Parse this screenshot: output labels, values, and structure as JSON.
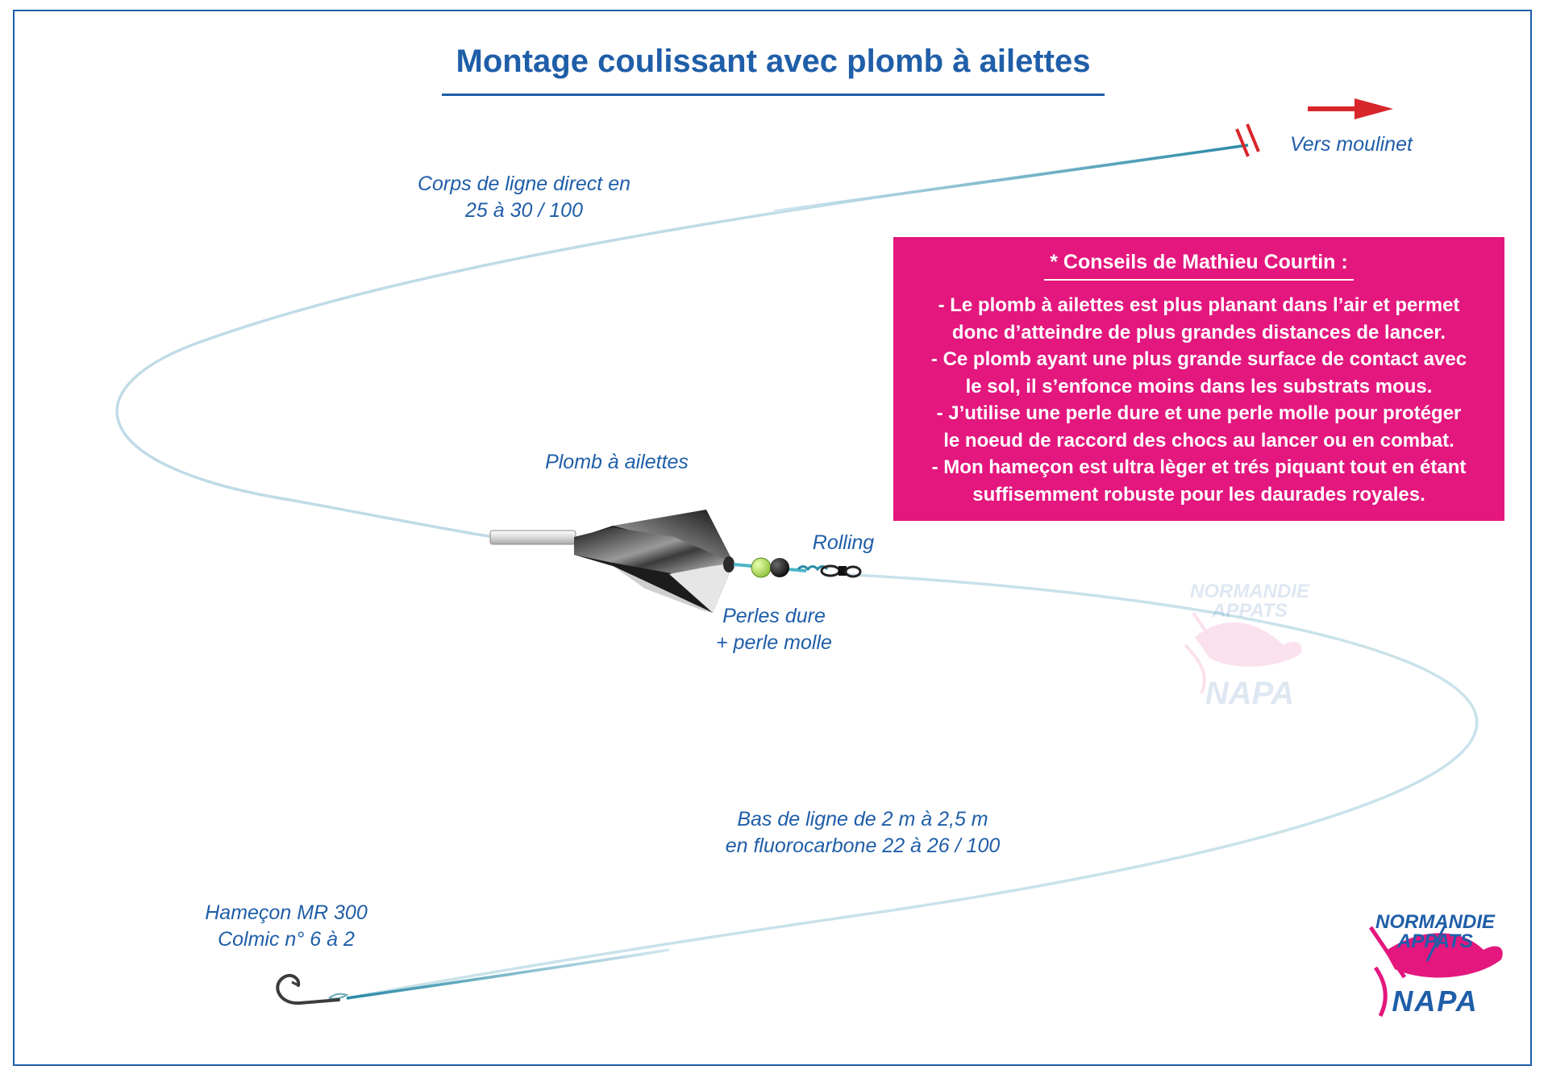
{
  "title": "Montage coulissant avec plomb à ailettes",
  "labels": {
    "vers_moulinet": "Vers moulinet",
    "corps_line1": "Corps de ligne direct en",
    "corps_line2": "25 à 30 / 100",
    "plomb": "Plomb à ailettes",
    "rolling": "Rolling",
    "perles_line1": "Perles dure",
    "perles_line2": "+ perle molle",
    "bas_line1": "Bas de ligne de 2 m à 2,5 m",
    "bas_line2": "en fluorocarbone 22 à 26 / 100",
    "hamecon_line1": "Hameçon MR 300",
    "hamecon_line2": "Colmic n° 6 à 2"
  },
  "tips": {
    "title": "* Conseils de Mathieu Courtin :",
    "lines": [
      "- Le plomb à ailettes est plus planant dans l’air et permet",
      "donc d’atteindre de plus grandes distances de lancer.",
      "- Ce plomb ayant une plus grande surface de contact avec",
      "le sol, il s’enfonce moins dans les substrats mous.",
      "- J’utilise une perle dure et une perle molle pour protéger",
      "le noeud de raccord des chocs au lancer ou en combat.",
      "- Mon hameçon est ultra lèger et trés piquant tout en étant",
      "suffisemment robuste pour les daurades royales."
    ]
  },
  "logo": {
    "line1": "NORMANDIE",
    "line2": "APPATS",
    "line3": "NAPA"
  },
  "colors": {
    "brand_blue": "#1f5ea8",
    "tips_pink": "#e3177e",
    "arrow_red": "#d9262b",
    "line_teal": "#2a8aa6"
  }
}
